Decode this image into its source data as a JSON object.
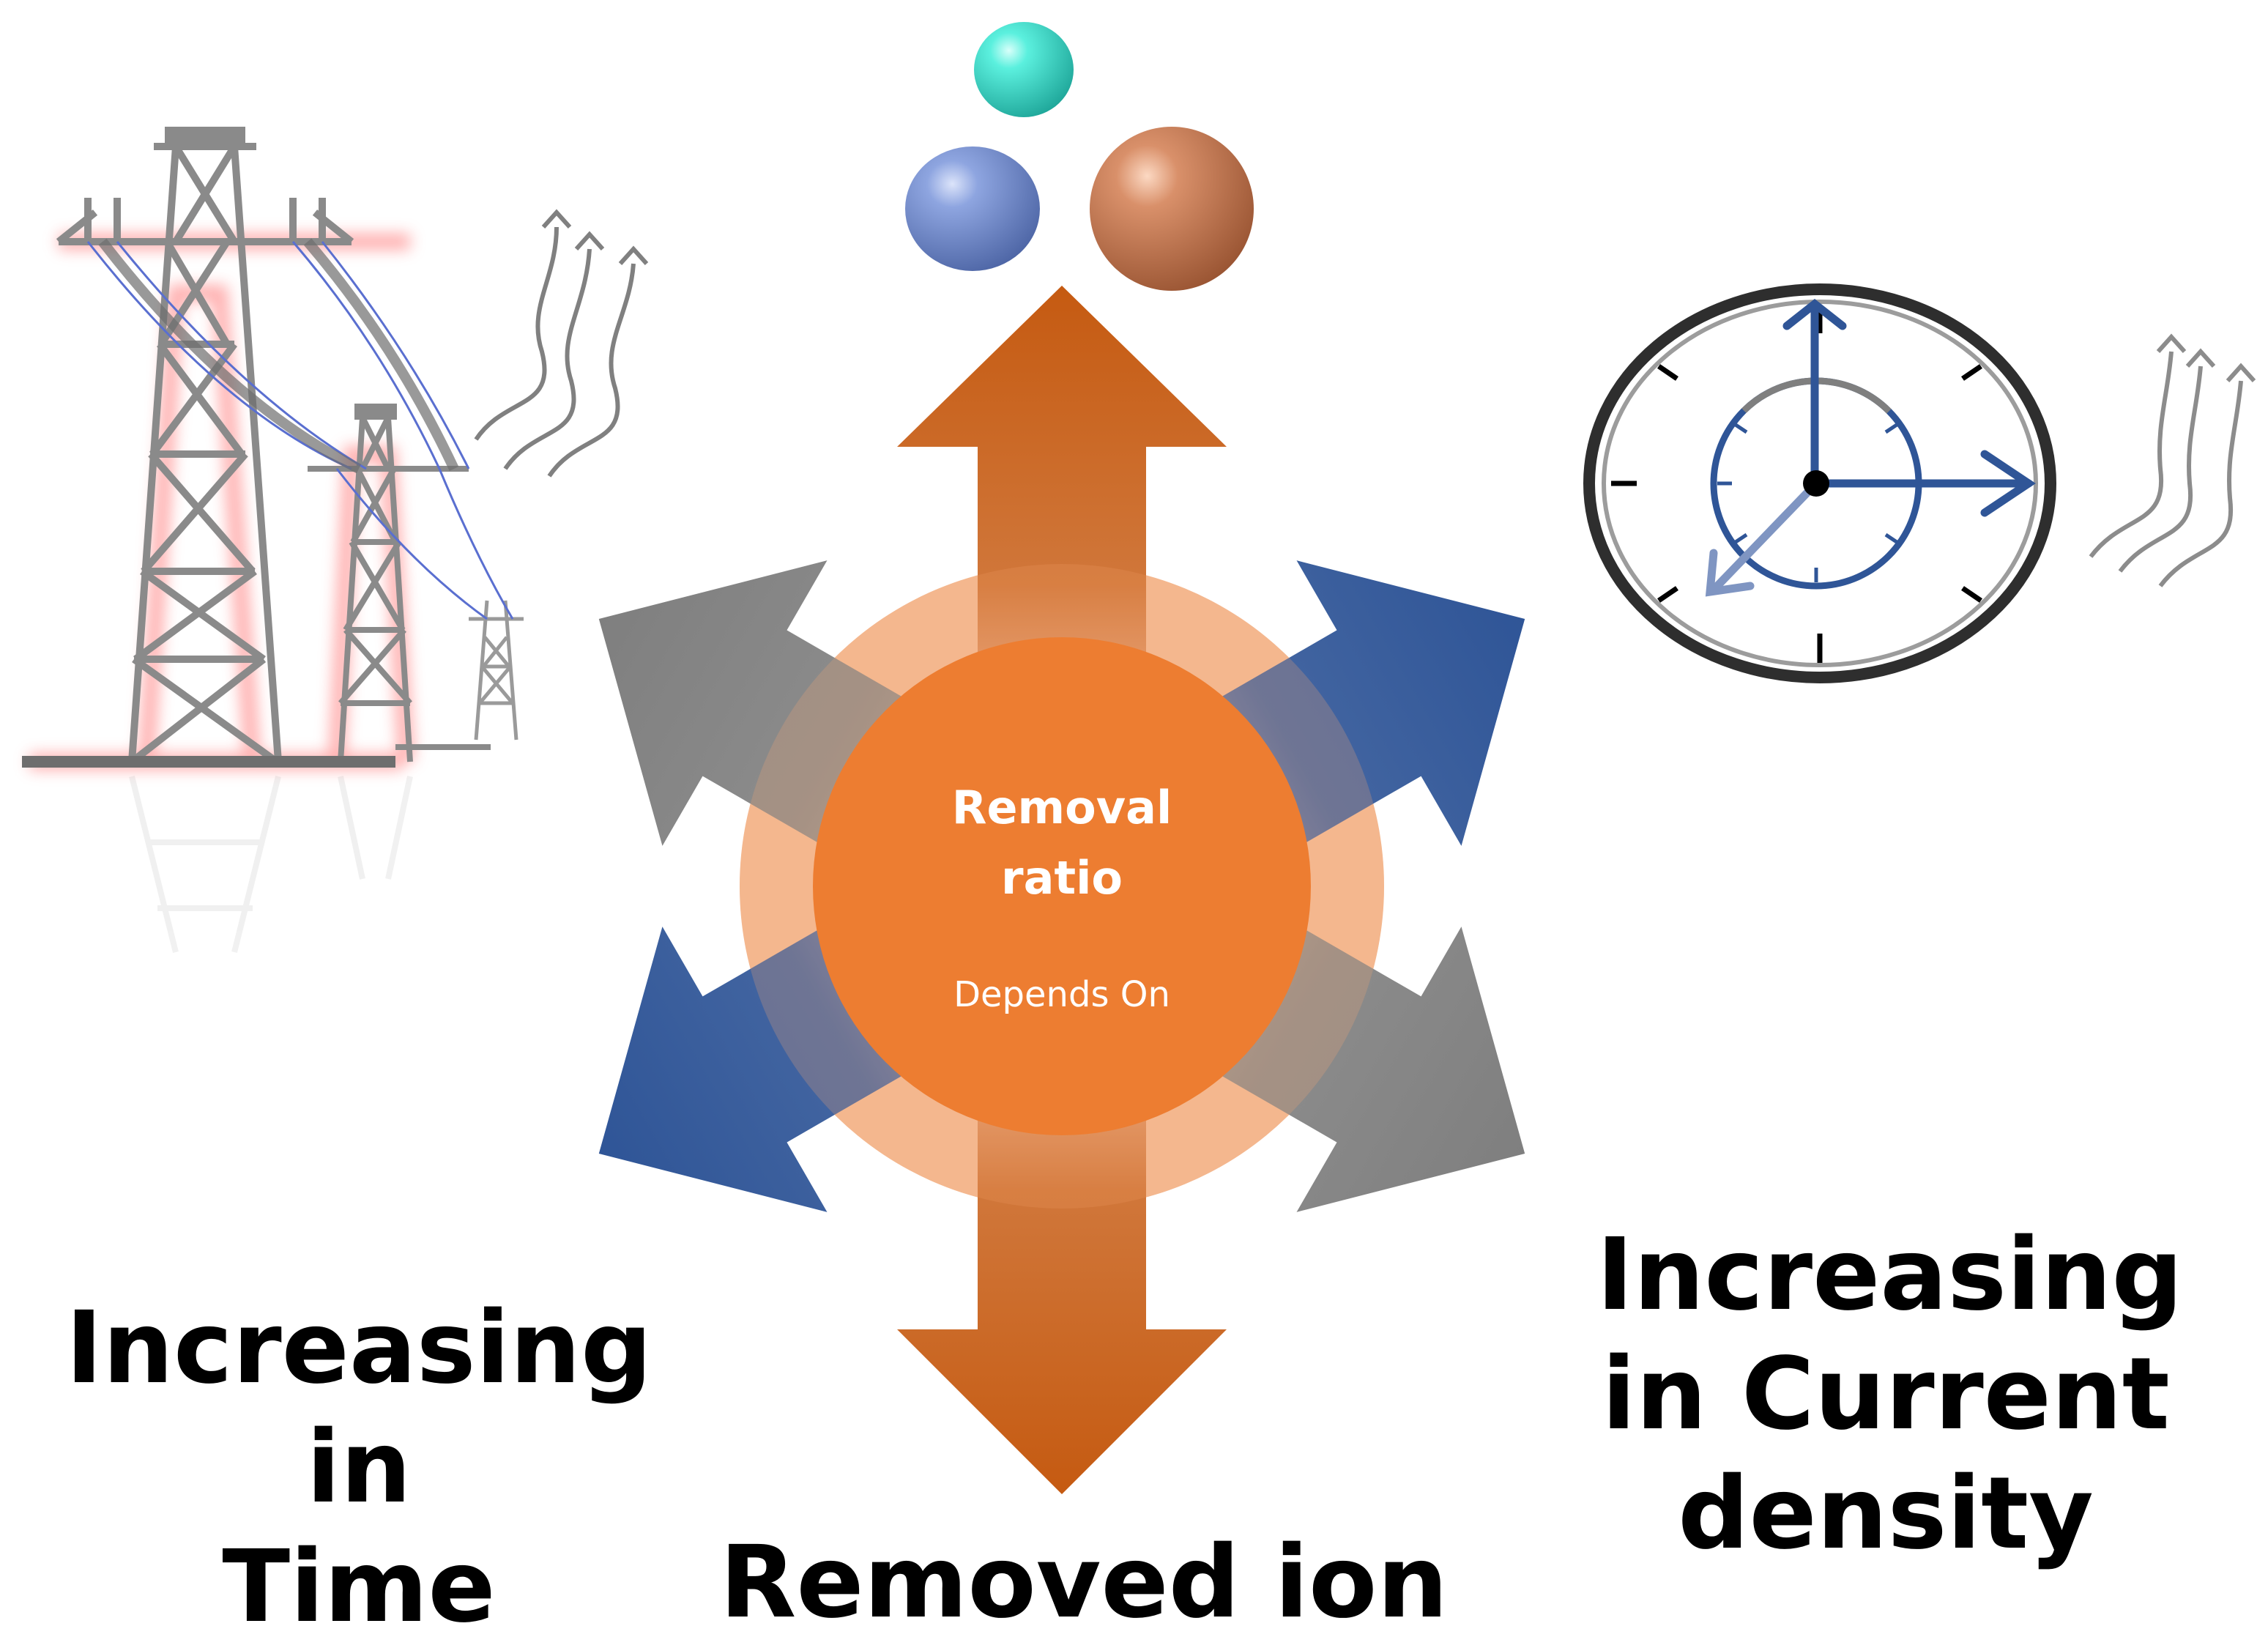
{
  "center": {
    "title_line1": "Removal",
    "title_line2": "ratio",
    "subtitle": "Depends On"
  },
  "labels": {
    "time": [
      "Increasing in",
      "Time"
    ],
    "current": [
      "Increasing",
      "in Current",
      "density"
    ],
    "ion": "Removed ion"
  },
  "colors": {
    "orange_arrow": "#C85F18",
    "orange_core": "#ED7D31",
    "orange_ring": "#F4B78E",
    "blue_arrow": "#2F5597",
    "gray_arrow": "#808080",
    "sphere_cyan": "#3FE0D0",
    "sphere_blue": "#7E97D6",
    "sphere_copper": "#D4875E"
  },
  "icons": {
    "top": "ion-spheres-icon",
    "left": "power-tower-icon",
    "right": "clock-icon"
  }
}
